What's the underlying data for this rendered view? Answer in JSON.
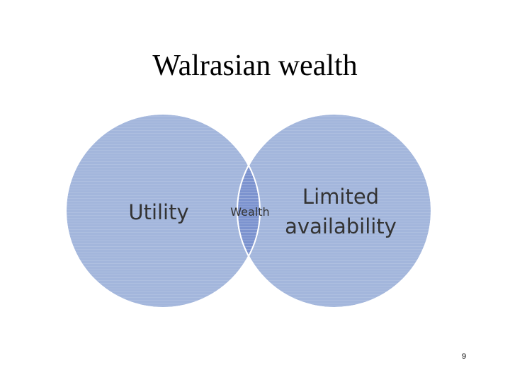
{
  "slide": {
    "title": "Walrasian wealth",
    "page_number": "9"
  },
  "venn": {
    "sets": [
      {
        "label": "Utility"
      },
      {
        "label_lines": [
          "Limited",
          "availability"
        ]
      }
    ],
    "intersection_label": "Wealth",
    "colors": {
      "circle_fill": "#a3b6dc",
      "circle_stroke": "#ffffff",
      "overlap_fill": "#7c93cf",
      "text": "#333333"
    }
  }
}
